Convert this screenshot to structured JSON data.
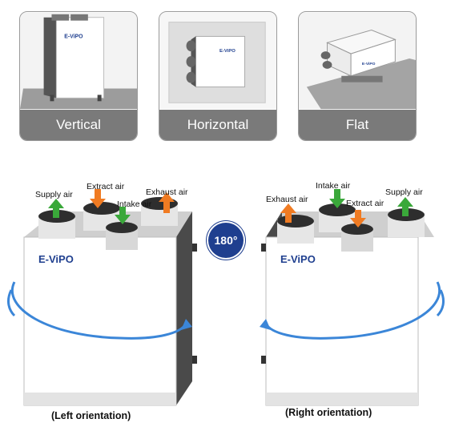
{
  "orientations": [
    {
      "label": "Vertical"
    },
    {
      "label": "Horizontal"
    },
    {
      "label": "Flat"
    }
  ],
  "left_unit": {
    "brand": "E-ViPO",
    "labels": {
      "supply": "Supply air",
      "extract": "Extract air",
      "intake": "Intake air",
      "exhaust": "Exhaust air"
    },
    "caption": "(Left orientation)"
  },
  "right_unit": {
    "brand": "E-ViPO",
    "labels": {
      "exhaust": "Exhaust air",
      "intake": "Intake air",
      "extract": "Extract air",
      "supply": "Supply air"
    },
    "caption": "(Right orientation)"
  },
  "rotation_badge": "180°",
  "colors": {
    "card_label_bg": "#7a7a7a",
    "badge_bg": "#1f3f8f",
    "arrow_green": "#3aa83a",
    "arrow_orange": "#f07b22",
    "swirl_blue": "#3b86d8"
  }
}
